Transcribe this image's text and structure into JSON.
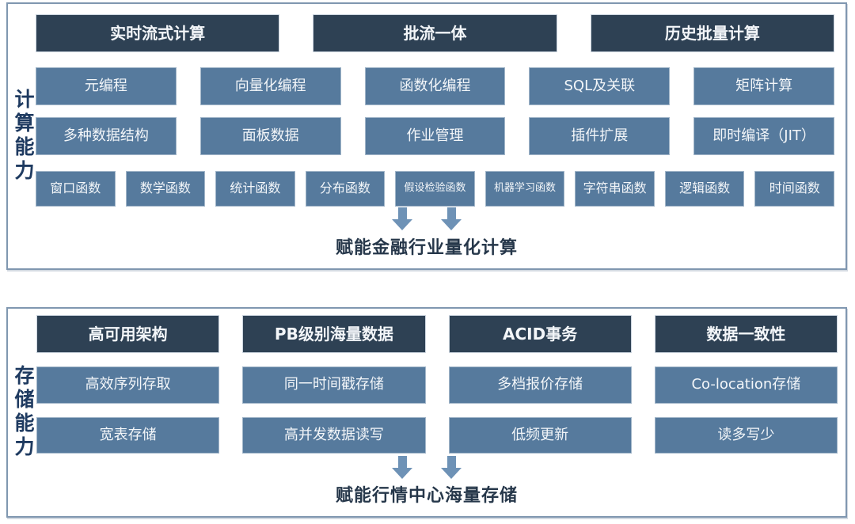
{
  "colors": {
    "dark_box": "#2e4154",
    "light_box": "#567a9d",
    "panel_border": "#8097b0",
    "arrow": "#6e92b6",
    "side_label": "#1e3a60",
    "caption": "#26374a",
    "box_text": "#f3f6f9"
  },
  "compute_section": {
    "side_label": "计算能力",
    "header_boxes": [
      "实时流式计算",
      "批流一体",
      "历史批量计算"
    ],
    "feature_rows": [
      [
        "元编程",
        "向量化编程",
        "函数化编程",
        "SQL及关联",
        "矩阵计算"
      ],
      [
        "多种数据结构",
        "面板数据",
        "作业管理",
        "插件扩展",
        "即时编译（JIT）"
      ]
    ],
    "function_boxes": [
      "窗口函数",
      "数学函数",
      "统计函数",
      "分布函数",
      "假设检验函数",
      "机器学习函数",
      "字符串函数",
      "逻辑函数",
      "时间函数"
    ],
    "caption": "赋能金融行业量化计算"
  },
  "storage_section": {
    "side_label": "存储能力",
    "columns": [
      {
        "header": "高可用架构",
        "items": [
          "高效序列存取",
          "宽表存储"
        ]
      },
      {
        "header": "PB级别海量数据",
        "items": [
          "同一时间戳存储",
          "高并发数据读写"
        ]
      },
      {
        "header": "ACID事务",
        "items": [
          "多档报价存储",
          "低频更新"
        ]
      },
      {
        "header": "数据一致性",
        "items": [
          "Co-location存储",
          "读多写少"
        ]
      }
    ],
    "caption": "赋能行情中心海量存储"
  }
}
